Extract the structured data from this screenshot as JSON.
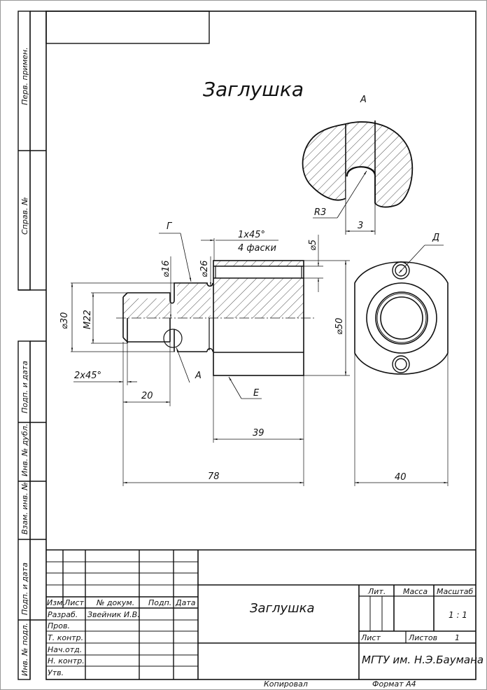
{
  "title": "Заглушка",
  "view_label": "А",
  "leaders": {
    "g": "Г",
    "d": "Д",
    "e": "Е",
    "a": "А"
  },
  "dimensions": {
    "chamfer_top": "1x45°",
    "chamfer_note": "4 фаски",
    "d5": "⌀5",
    "d16": "⌀16",
    "d26": "⌀26",
    "d30": "⌀30",
    "m22": "М22",
    "d50": "⌀50",
    "chamfer_left": "2x45°",
    "len20": "20",
    "len39": "39",
    "len78": "78",
    "width40": "40",
    "r3": "R3",
    "slot3": "3"
  },
  "side_strip": {
    "perv_primen": "Перв. примен.",
    "sprav_no": "Справ. №",
    "podp_data_1": "Подп. и дата",
    "inv_dubl": "Инв. № дубл.",
    "vzam_inv": "Взам. инв. №",
    "podp_data_2": "Подп. и дата",
    "inv_podl": "Инв. № подл."
  },
  "title_block": {
    "headers": [
      "Изм.",
      "Лист",
      "№ докум.",
      "Подп.",
      "Дата"
    ],
    "rows": [
      {
        "role": "Разраб.",
        "name": "Звейник И.В."
      },
      {
        "role": "Пров.",
        "name": ""
      },
      {
        "role": "Т. контр.",
        "name": ""
      },
      {
        "role": "Нач.отд.",
        "name": ""
      },
      {
        "role": "Н. контр.",
        "name": ""
      },
      {
        "role": "Утв.",
        "name": ""
      }
    ],
    "part_name": "Заглушка",
    "lit_label": "Лит.",
    "mass_label": "Масса",
    "scale_label": "Масштаб",
    "scale_value": "1 : 1",
    "sheet_label": "Лист",
    "sheets_label": "Листов",
    "sheets_value": "1",
    "organization": "МГТУ им. Н.Э.Баумана"
  },
  "footer": {
    "copied": "Копировал",
    "format": "Формат А4"
  }
}
